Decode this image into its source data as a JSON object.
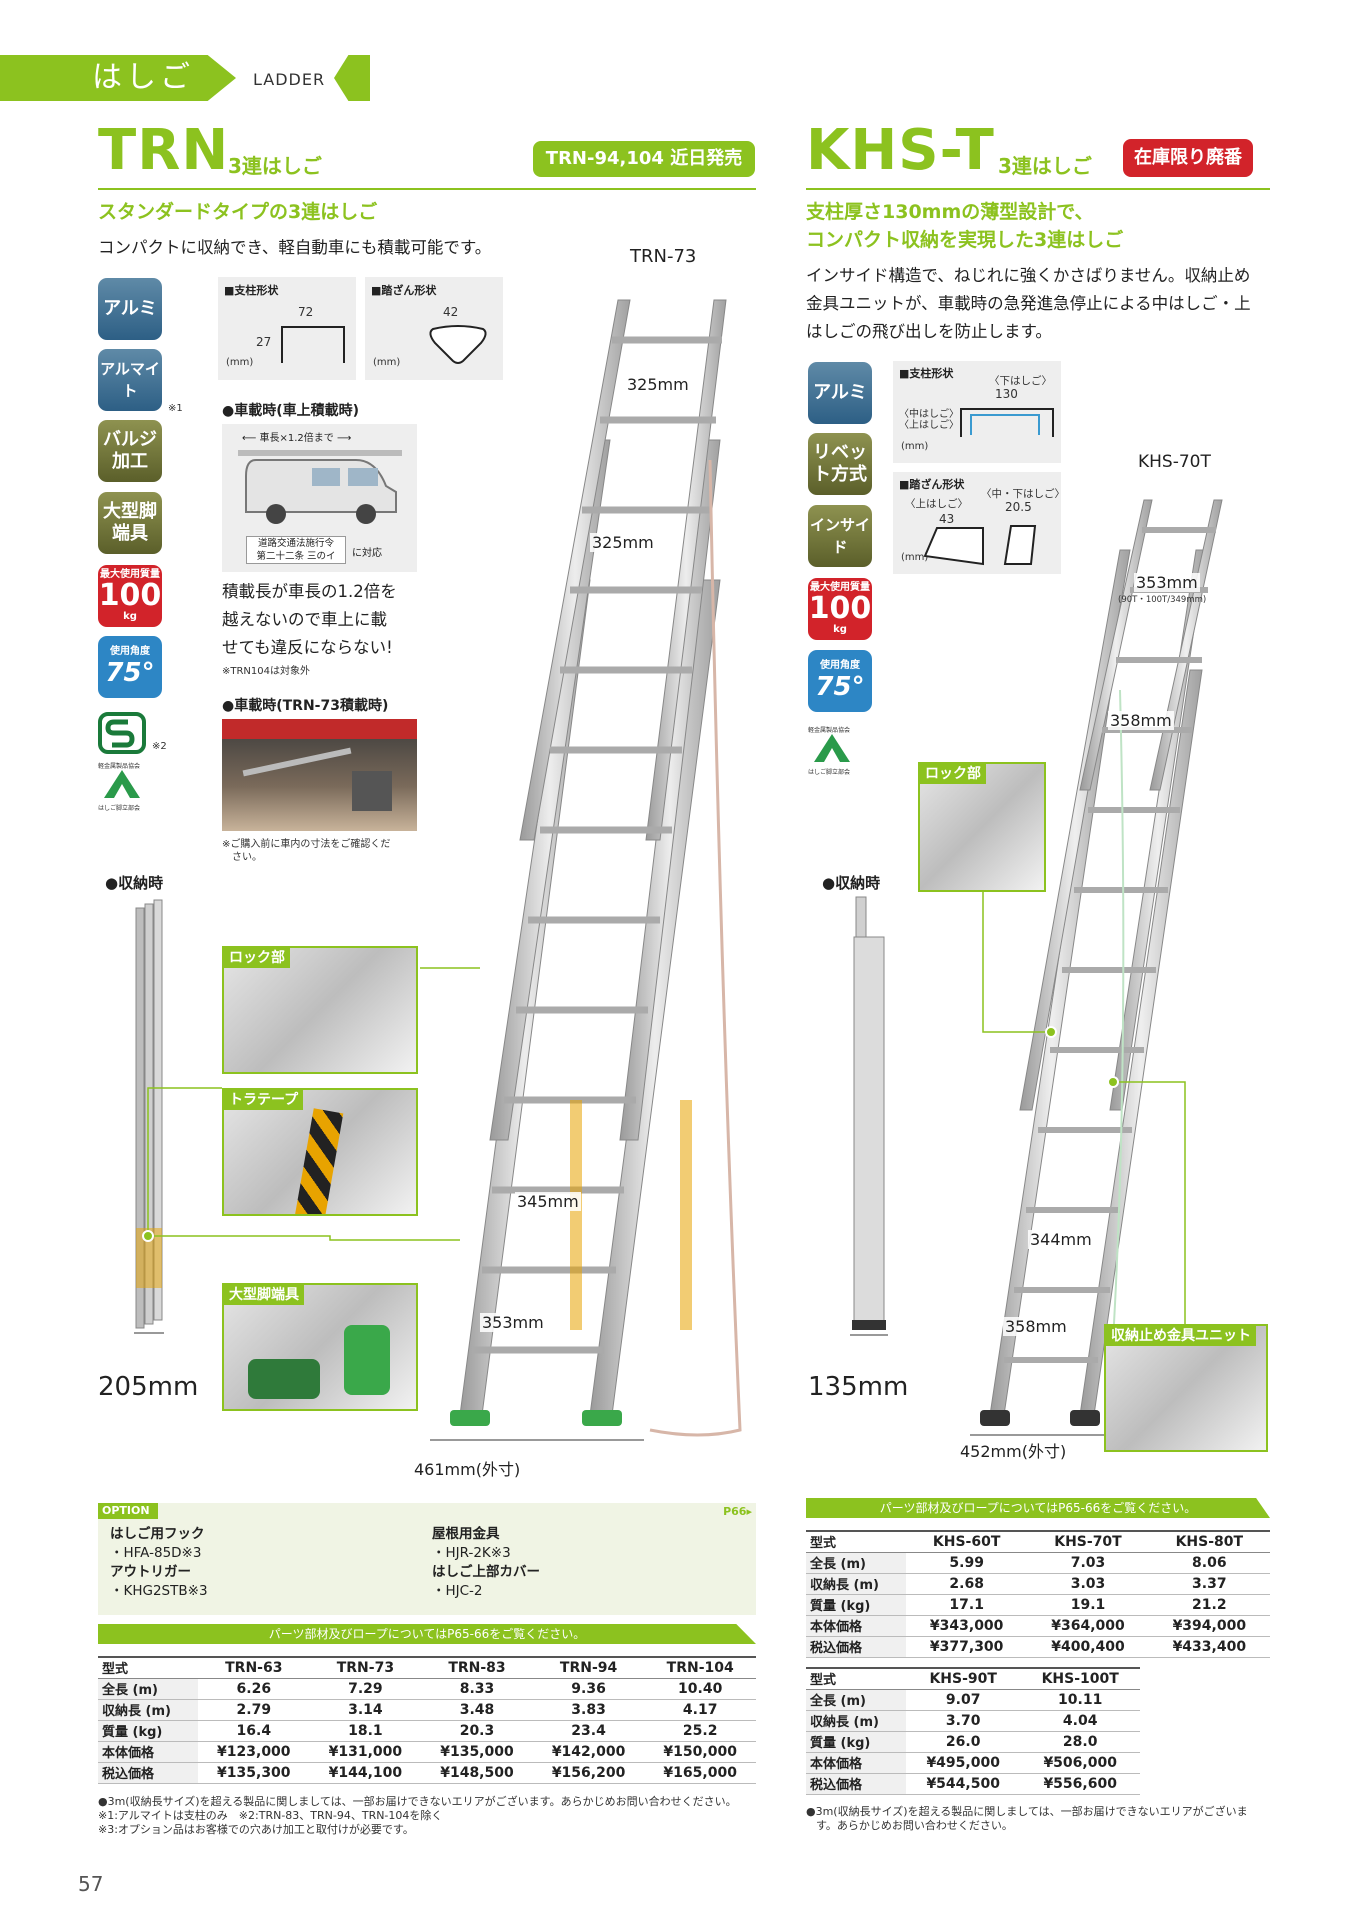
{
  "category": {
    "ja": "はしご",
    "en": "LADDER"
  },
  "trn": {
    "model": "TRN",
    "type": "3連はしご",
    "notice": "TRN-94,104 近日発売",
    "heading": "スタンダードタイプの3連はしご",
    "desc": "コンパクトに収納でき、軽自動車にも積載可能です。",
    "badges": [
      "アルミ",
      "アルマイト",
      "バルジ加工",
      "大型脚端具"
    ],
    "badge_note1": "※1",
    "max_load_label": "最大使用質量",
    "max_load": "100",
    "max_load_unit": "kg",
    "angle_label": "使用角度",
    "angle": "75°",
    "s_note": "※2",
    "assoc_top": "軽金属製品協会",
    "assoc_bottom": "はしご脚立部会",
    "post_shape": {
      "title": "■支柱形状",
      "w": "72",
      "h": "27",
      "unit": "(mm)"
    },
    "step_shape": {
      "title": "■踏ざん形状",
      "w": "42",
      "unit": "(mm)"
    },
    "car1": {
      "title": "●車載時(車上積載時)",
      "length": "車長×1.2倍まで",
      "law_line1": "道路交通法施行令",
      "law_line2": "第二十二条 三のイ",
      "law_ok": "に対応",
      "text1": "積載長が車長の1.2倍を",
      "text2": "越えないので車上に載",
      "text3": "せても違反にならない!",
      "note": "※TRN104は対象外"
    },
    "car2": {
      "title": "●車載時(TRN-73積載時)",
      "note1": "※ご購入前に車内の寸法をご確認くだ",
      "note2": "さい。"
    },
    "storage_title": "●収納時",
    "storage_width": "205mm",
    "model_label": "TRN-73",
    "dims": {
      "top1": "325mm",
      "top2": "325mm",
      "rung": "345mm",
      "inner": "353mm",
      "outer": "461mm(外寸)"
    },
    "callouts": {
      "lock": "ロック部",
      "tiger": "トラテープ",
      "foot": "大型脚端具"
    },
    "option": {
      "label": "OPTION",
      "ref": "P66▸",
      "items": [
        {
          "name": "はしご用フック",
          "code": "・HFA-85D※3"
        },
        {
          "name": "アウトリガー",
          "code": "・KHG2STB※3"
        },
        {
          "name": "屋根用金具",
          "code": "・HJR-2K※3"
        },
        {
          "name": "はしご上部カバー",
          "code": "・HJC-2"
        }
      ]
    },
    "parts_banner": "パーツ部材及びロープについてはP65-66をご覧ください。",
    "table": {
      "headers": [
        "型式",
        "TRN-63",
        "TRN-73",
        "TRN-83",
        "TRN-94",
        "TRN-104"
      ],
      "rows": [
        [
          "全長 (m)",
          "6.26",
          "7.29",
          "8.33",
          "9.36",
          "10.40"
        ],
        [
          "収納長 (m)",
          "2.79",
          "3.14",
          "3.48",
          "3.83",
          "4.17"
        ],
        [
          "質量 (kg)",
          "16.4",
          "18.1",
          "20.3",
          "23.4",
          "25.2"
        ],
        [
          "本体価格",
          "¥123,000",
          "¥131,000",
          "¥135,000",
          "¥142,000",
          "¥150,000"
        ],
        [
          "税込価格",
          "¥135,300",
          "¥144,100",
          "¥148,500",
          "¥156,200",
          "¥165,000"
        ]
      ]
    },
    "footnotes": [
      "●3m(収納長サイズ)を超える製品に関しましては、一部お届けできないエリアがございます。あらかじめお問い合わせください。",
      "※1:アルマイトは支柱のみ　※2:TRN-83、TRN-94、TRN-104を除く",
      "※3:オプション品はお客様での穴あけ加工と取付けが必要です。"
    ]
  },
  "khs": {
    "model": "KHS-T",
    "type": "3連はしご",
    "notice": "在庫限り廃番",
    "heading1": "支柱厚さ130mmの薄型設計で、",
    "heading2": "コンパクト収納を実現した3連はしご",
    "desc1": "インサイド構造で、ねじれに強くかさばりません。収納止め",
    "desc2": "金具ユニットが、車載時の急発進急停止による中はしご・上",
    "desc3": "はしごの飛び出しを防止します。",
    "badges": [
      "アルミ",
      "リベット方式",
      "インサイド"
    ],
    "max_load_label": "最大使用質量",
    "max_load": "100",
    "max_load_unit": "kg",
    "angle_label": "使用角度",
    "angle": "75°",
    "assoc_top": "軽金属製品協会",
    "assoc_bottom": "はしご脚立部会",
    "post_shape": {
      "title": "■支柱形状",
      "lower": "〈下はしご〉",
      "w": "130",
      "mid": "〈中はしご〉",
      "upper": "〈上はしご〉",
      "unit": "(mm)"
    },
    "step_shape": {
      "title": "■踏ざん形状",
      "upper": "〈上はしご〉",
      "upper_w": "43",
      "mid": "〈中・下はしご〉",
      "mid_w": "20.5",
      "unit": "(mm)"
    },
    "model_label": "KHS-70T",
    "dims": {
      "top": "353mm",
      "top_note": "(90T・100T/349mm)",
      "mid": "358mm",
      "rung": "344mm",
      "inner": "358mm",
      "outer": "452mm(外寸)"
    },
    "callouts": {
      "lock": "ロック部",
      "unit": "収納止め金具ユニット"
    },
    "storage_title": "●収納時",
    "storage_width": "135mm",
    "parts_banner": "パーツ部材及びロープについてはP65-66をご覧ください。",
    "table1": {
      "headers": [
        "型式",
        "KHS-60T",
        "KHS-70T",
        "KHS-80T"
      ],
      "rows": [
        [
          "全長 (m)",
          "5.99",
          "7.03",
          "8.06"
        ],
        [
          "収納長 (m)",
          "2.68",
          "3.03",
          "3.37"
        ],
        [
          "質量 (kg)",
          "17.1",
          "19.1",
          "21.2"
        ],
        [
          "本体価格",
          "¥343,000",
          "¥364,000",
          "¥394,000"
        ],
        [
          "税込価格",
          "¥377,300",
          "¥400,400",
          "¥433,400"
        ]
      ]
    },
    "table2": {
      "headers": [
        "型式",
        "KHS-90T",
        "KHS-100T"
      ],
      "rows": [
        [
          "全長 (m)",
          "9.07",
          "10.11"
        ],
        [
          "収納長 (m)",
          "3.70",
          "4.04"
        ],
        [
          "質量 (kg)",
          "26.0",
          "28.0"
        ],
        [
          "本体価格",
          "¥495,000",
          "¥506,000"
        ],
        [
          "税込価格",
          "¥544,500",
          "¥556,600"
        ]
      ]
    },
    "footnote1": "●3m(収納長サイズ)を超える製品に関しましては、一部お届けできないエリアがございま",
    "footnote2": "す。あらかじめお問い合わせください。"
  },
  "page_number": "57",
  "colors": {
    "accent": "#8cc21f",
    "badge_blue": "#3e6e92",
    "badge_olive": "#6d7136",
    "red": "#d2232a",
    "sky": "#2d86c5"
  }
}
